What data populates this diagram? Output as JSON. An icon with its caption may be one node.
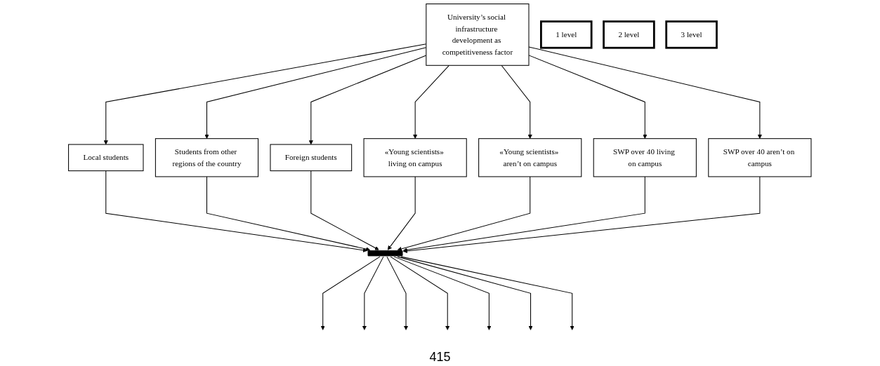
{
  "diagram": {
    "nodes": [
      {
        "text": [
          "1 level"
        ]
      },
      {
        "text": [
          "University’s social infrastructure development as competitiveness factor"
        ]
      },
      {
        "text": [
          "2 level"
        ]
      },
      {
        "text": [
          "Local students"
        ]
      },
      {
        "text": [
          "Students from other regions of the country"
        ]
      },
      {
        "text": [
          "Foreign students"
        ]
      },
      {
        "text": [
          "«Young scientists» living on campus"
        ]
      },
      {
        "text": [
          "«Young scientists» aren’t on campus"
        ]
      },
      {
        "text": [
          "SWP over 40 living on campus"
        ]
      },
      {
        "text": [
          "SWP over 40 aren’t on campus"
        ]
      },
      {
        "text": [
          "3 level"
        ]
      },
      {
        "text": [],
        "shape": "bar"
      }
    ],
    "edges": [
      {
        "from": 1,
        "to": 3,
        "arrow": "to"
      },
      {
        "from": 1,
        "to": 4,
        "arrow": "to"
      },
      {
        "from": 1,
        "to": 5,
        "arrow": "to"
      },
      {
        "from": 1,
        "to": 6,
        "arrow": "to"
      },
      {
        "from": 1,
        "to": 7,
        "arrow": "to"
      },
      {
        "from": 1,
        "to": 8,
        "arrow": "to"
      },
      {
        "from": 1,
        "to": 9,
        "arrow": "to"
      },
      {
        "from": 3,
        "to": 11,
        "arrow": "to"
      },
      {
        "from": 4,
        "to": 11,
        "arrow": "to"
      },
      {
        "from": 5,
        "to": 11,
        "arrow": "to"
      },
      {
        "from": 6,
        "to": 11,
        "arrow": "to"
      },
      {
        "from": 7,
        "to": 11,
        "arrow": "to"
      },
      {
        "from": 8,
        "to": 11,
        "arrow": "to"
      },
      {
        "from": 9,
        "to": 11,
        "arrow": "to"
      },
      {
        "from": 11,
        "to": null,
        "arrow": "to"
      },
      {
        "from": 11,
        "to": null,
        "arrow": "to"
      },
      {
        "from": 11,
        "to": null,
        "arrow": "to"
      },
      {
        "from": 11,
        "to": null,
        "arrow": "to"
      },
      {
        "from": 11,
        "to": null,
        "arrow": "to"
      },
      {
        "from": 11,
        "to": null,
        "arrow": "to"
      },
      {
        "from": 11,
        "to": null,
        "arrow": "to"
      }
    ],
    "labels": [
      "415"
    ]
  }
}
